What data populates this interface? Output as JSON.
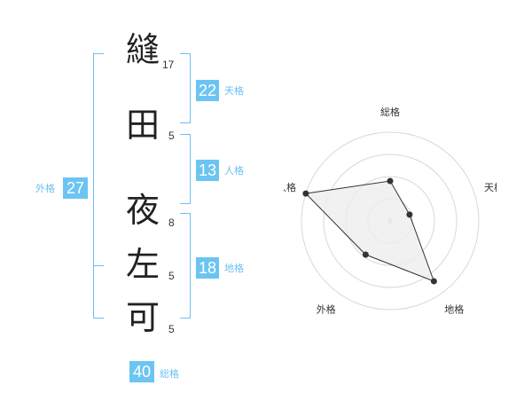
{
  "name": {
    "chars": [
      {
        "char": "縫",
        "strokes": "17"
      },
      {
        "char": "田",
        "strokes": "5"
      },
      {
        "char": "夜",
        "strokes": "8"
      },
      {
        "char": "左",
        "strokes": "5"
      },
      {
        "char": "可",
        "strokes": "5"
      }
    ]
  },
  "fortune": {
    "tenkaku": {
      "value": "22",
      "label": "天格"
    },
    "jinkaku": {
      "value": "13",
      "label": "人格"
    },
    "chikaku": {
      "value": "18",
      "label": "地格"
    },
    "gaikaku": {
      "value": "27",
      "label": "外格"
    },
    "soukaku": {
      "value": "40",
      "label": "総格"
    }
  },
  "colors": {
    "accent": "#6cc4f2",
    "bracket": "#6cc0f0",
    "radar_fill": "#eeeeee",
    "radar_ring": "#d8d8d8",
    "radar_point": "#333333"
  },
  "chart_data": {
    "type": "radar",
    "axes": [
      "総格",
      "天格",
      "地格",
      "外格",
      "人格"
    ],
    "values": [
      0.45,
      0.23,
      0.84,
      0.47,
      1.0
    ],
    "range": [
      0,
      1
    ],
    "rings": 4
  }
}
